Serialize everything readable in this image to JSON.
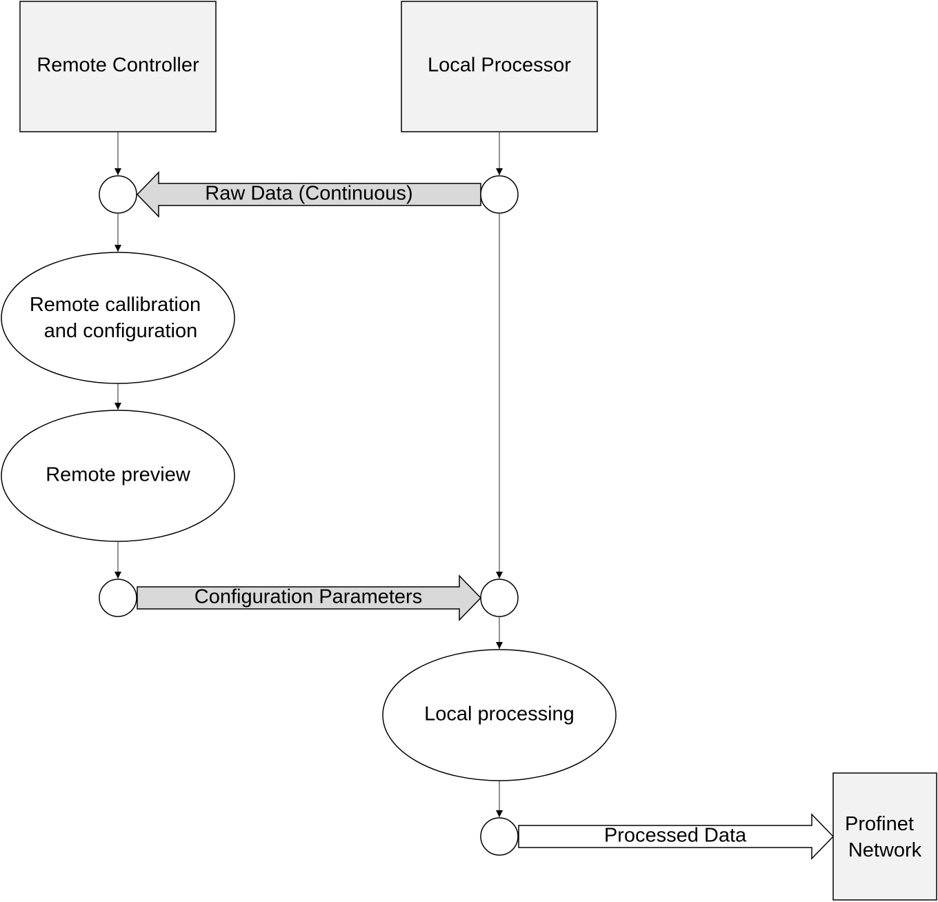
{
  "diagram": {
    "colors": {
      "box_fill": "#f2f2f2",
      "band_fill": "#d9d9d9",
      "stroke": "#000000",
      "connector": "#555555",
      "white": "#ffffff"
    },
    "nodes": {
      "remote_controller": "Remote Controller",
      "local_processor": "Local Processor",
      "remote_calibration_line1": "Remote callibration",
      "remote_calibration_line2": "and configuration",
      "remote_preview": "Remote preview",
      "local_processing": "Local processing",
      "profinet_line1": "Profinet",
      "profinet_line2": "Network"
    },
    "flows": {
      "raw_data": "Raw Data (Continuous)",
      "configuration_parameters": "Configuration Parameters",
      "processed_data": "Processed Data"
    }
  }
}
